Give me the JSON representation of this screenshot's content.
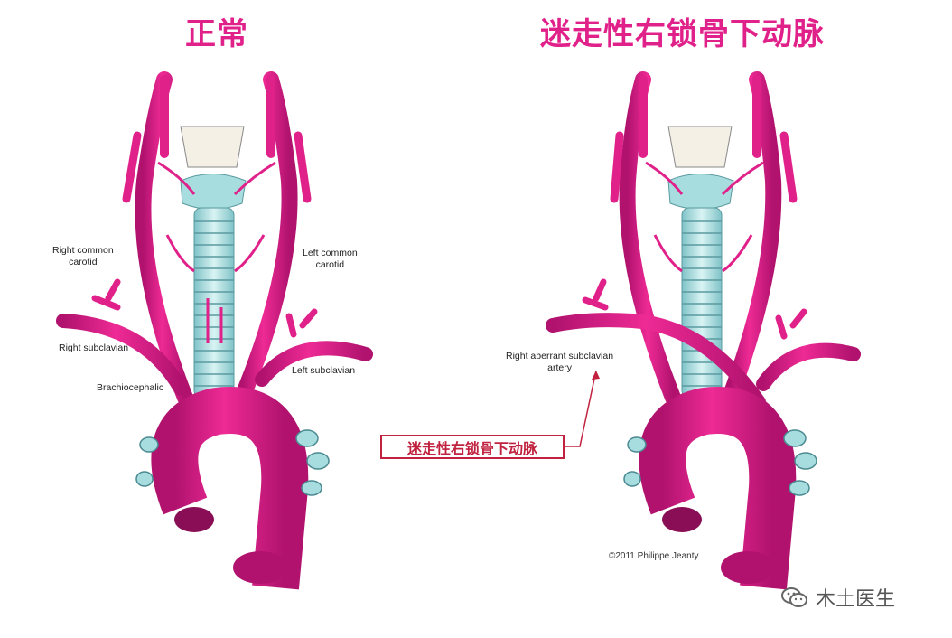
{
  "titles": {
    "normal": "正常",
    "aberrant": "迷走性右锁骨下动脉"
  },
  "labels_normal": {
    "right_common_carotid": [
      "Right common",
      "carotid"
    ],
    "left_common_carotid": [
      "Left common",
      "carotid"
    ],
    "right_subclavian": "Right subclavian",
    "left_subclavian": "Left subclavian",
    "brachiocephalic": "Brachiocephalic"
  },
  "labels_aberrant": {
    "right_aberrant_subclavian": [
      "Right aberrant subclavian",
      "artery"
    ]
  },
  "callout": "迷走性右锁骨下动脉",
  "copyright": "©2011 Philippe Jeanty",
  "watermark": "木土医生",
  "colors": {
    "artery": "#e0218a",
    "artery_dark": "#a8126a",
    "trachea": "#a8dde0",
    "callout_border": "#c0223f"
  },
  "icons": {
    "watermark": "wechat-icon"
  }
}
